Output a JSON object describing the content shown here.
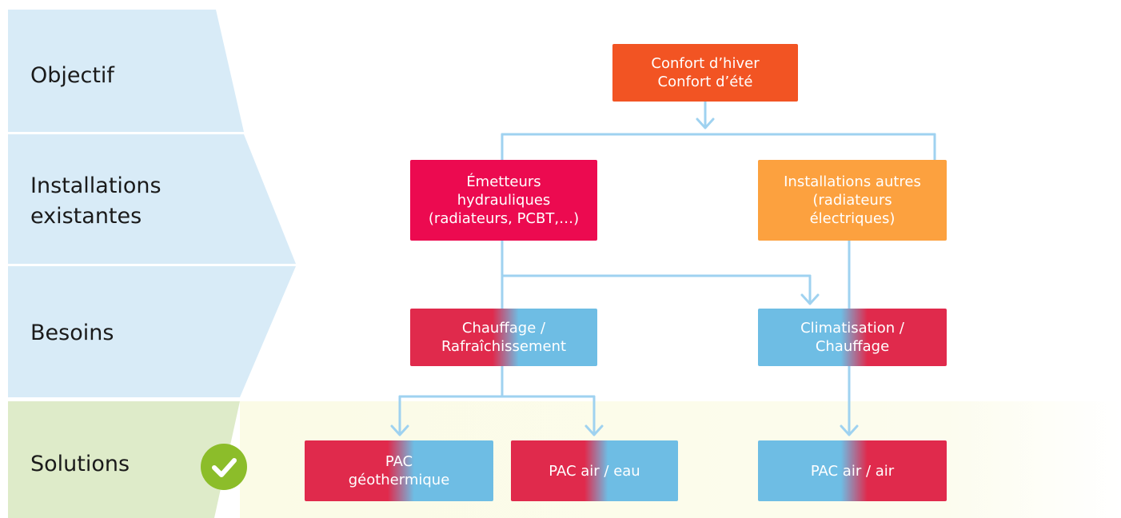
{
  "rows": [
    {
      "label": "Objectif"
    },
    {
      "label": "Installations\nexistantes"
    },
    {
      "label": "Besoins"
    },
    {
      "label": "Solutions"
    }
  ],
  "nodes": {
    "confort": "Confort d’hiver\nConfort d’été",
    "emetteurs": "Émetteurs\nhydrauliques\n(radiateurs, PCBT,…)",
    "installations_autres": "Installations autres\n(radiateurs\nélectriques)",
    "chauffage_rafraichissement": "Chauffage /\nRafraîchissement",
    "climatisation_chauffage": "Climatisation /\nChauffage",
    "pac_geothermique": "PAC\ngéothermique",
    "pac_air_eau": "PAC air / eau",
    "pac_air_air": "PAC air / air"
  },
  "colors": {
    "label_band": "#d8ebf7",
    "solutions_band": "#deebc9",
    "solutions_area": "#fbfbe6",
    "connector": "#9fd2f0",
    "confort": "#f25423",
    "emetteurs": "#ec0a50",
    "installations_autres": "#fca13f",
    "heating": "#e02a4c",
    "cooling": "#6ebde4",
    "check": "#8cbd2a"
  },
  "icons": {
    "solutions_check": "check-icon"
  }
}
